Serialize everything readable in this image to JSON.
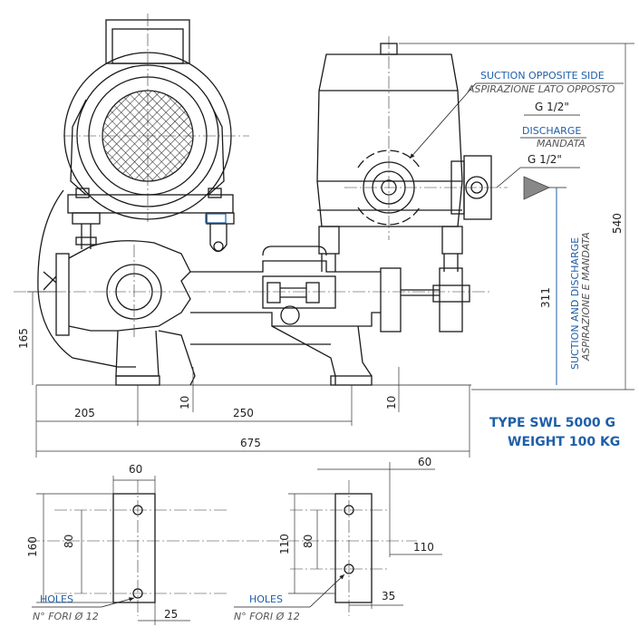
{
  "title_block": {
    "type_line": "TYPE SWL 5000 G",
    "weight_line": "WEIGHT 100 KG"
  },
  "callouts": {
    "suction_en": "SUCTION OPPOSITE SIDE",
    "suction_it": "ASPIRAZIONE LATO OPPOSTO",
    "suction_thread": "G 1/2\"",
    "discharge_en": "DISCHARGE",
    "discharge_it": "MANDATA",
    "discharge_thread": "G 1/2\"",
    "vertical_en": "SUCTION AND DISCHARGE",
    "vertical_it": "ASPIRAZIONE E MANDATA",
    "holes_left_en": "HOLES",
    "holes_left_it": "N° FORI Ø 12",
    "holes_right_en": "HOLES",
    "holes_right_it": "N° FORI Ø 12"
  },
  "dimensions": {
    "d540": "540",
    "d311": "311",
    "d165": "165",
    "d10a": "10",
    "d10b": "10",
    "d205": "205",
    "d250": "250",
    "d675": "675",
    "d60_left": "60",
    "d160": "160",
    "d80_left": "80",
    "d25": "25",
    "d60_right": "60",
    "d110_v": "110",
    "d80_right": "80",
    "d110_h": "110",
    "d35": "35"
  },
  "colors": {
    "accent": "#1f5fa8",
    "line": "#1a1a1a"
  }
}
